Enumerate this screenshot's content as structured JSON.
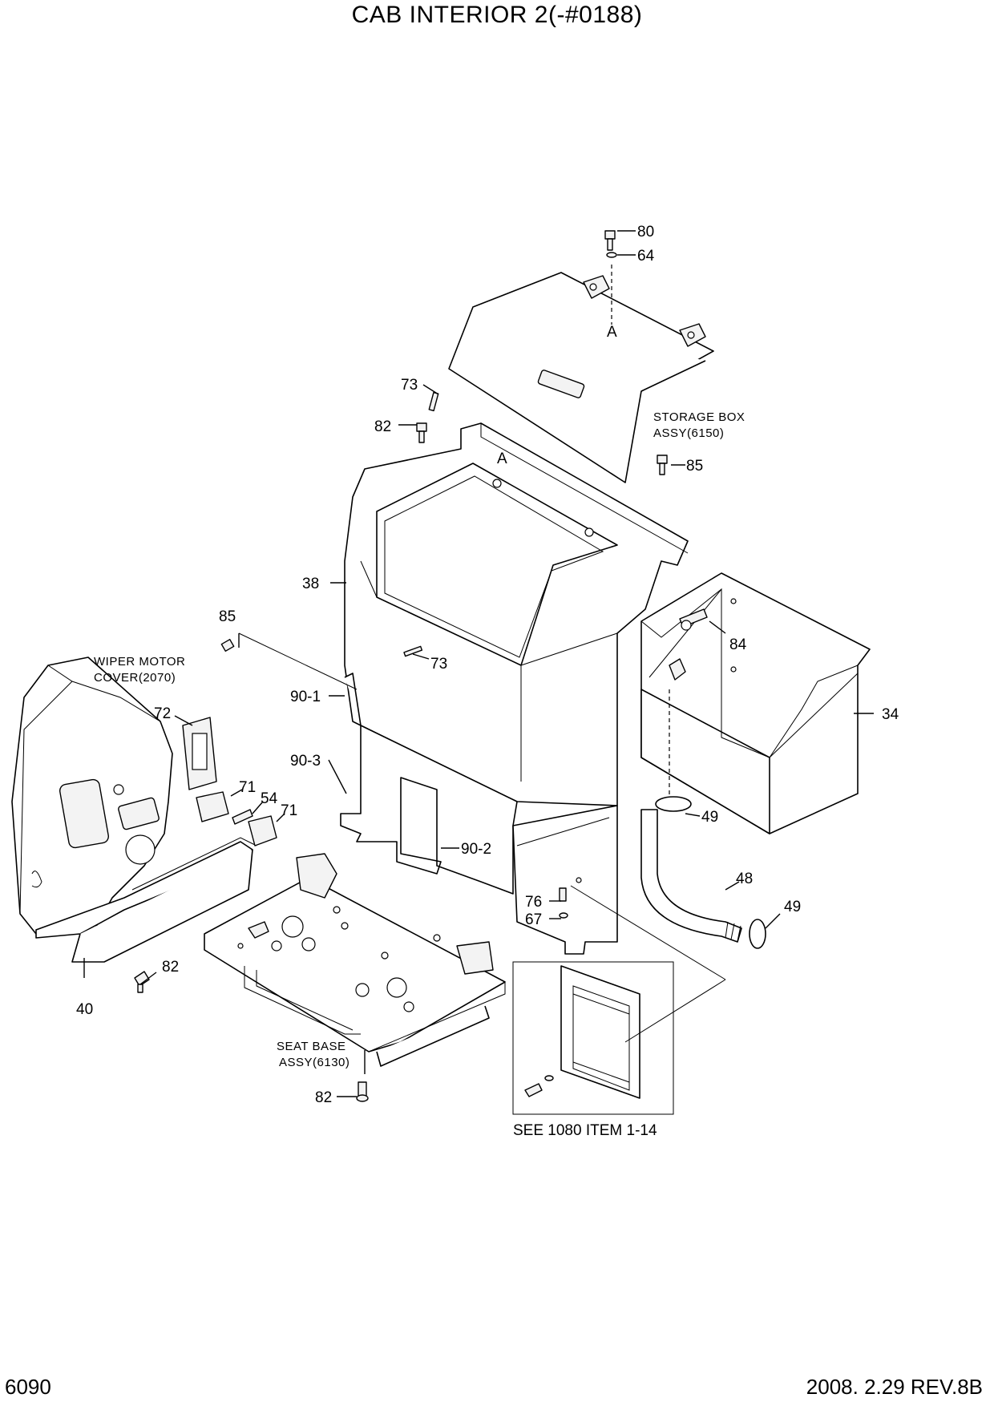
{
  "title": "CAB INTERIOR 2(-#0188)",
  "page_number": "6090",
  "revision": "2008. 2.29  REV.8B",
  "notes": {
    "storage_box_line1": "STORAGE BOX",
    "storage_box_line2": "ASSY(6150)",
    "wiper_line1": "WIPER MOTOR",
    "wiper_line2": "COVER(2070)",
    "seat_base_line1": "SEAT BASE",
    "seat_base_line2": "ASSY(6130)",
    "see_reference": "SEE 1080 ITEM 1-14"
  },
  "detail_markers": {
    "marker_a": "A"
  },
  "part_numbers": {
    "p80": "80",
    "p64": "64",
    "p73_top": "73",
    "p82_top": "82",
    "p85_right": "85",
    "p38": "38",
    "p85_left": "85",
    "p73_mid": "73",
    "p84": "84",
    "p90_1": "90-1",
    "p34": "34",
    "p72": "72",
    "p90_3": "90-3",
    "p71_a": "71",
    "p54": "54",
    "p71_b": "71",
    "p49_top": "49",
    "p90_2": "90-2",
    "p48": "48",
    "p76": "76",
    "p49_bottom": "49",
    "p67": "67",
    "p82_left": "82",
    "p40": "40",
    "p82_bottom": "82"
  }
}
